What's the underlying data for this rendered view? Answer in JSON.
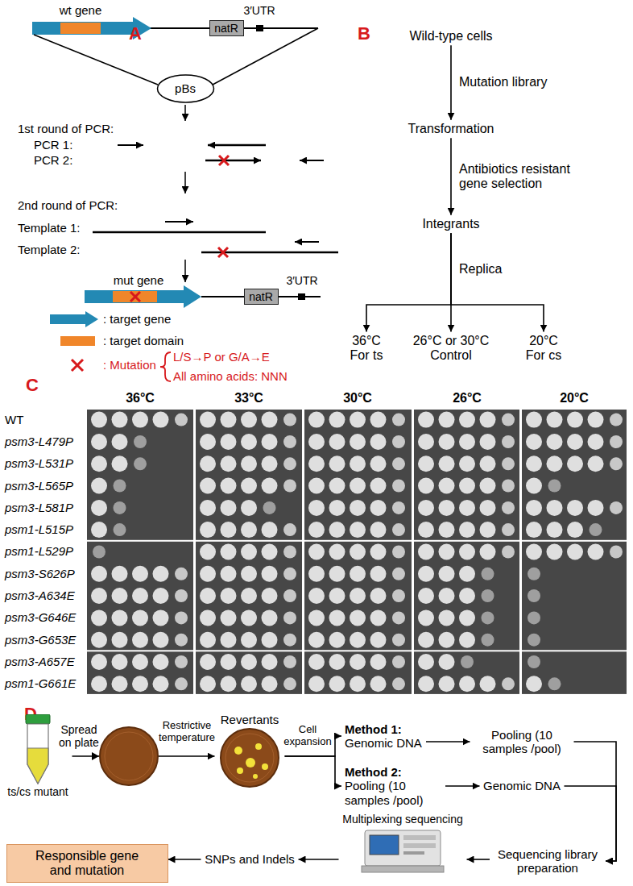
{
  "diagram": {
    "nodes": [
      {
        "text": [
          "natR"
        ]
      },
      {
        "text": [
          "pBs"
        ]
      },
      {
        "text": [
          "natR"
        ]
      },
      {
        "text": [
          "Wild-type cells"
        ]
      },
      {
        "text": [
          "Transformation"
        ]
      },
      {
        "text": [
          "Integrants"
        ]
      },
      {
        "text": [
          "36°C",
          "For ts"
        ]
      },
      {
        "text": [
          "26°C or 30°C",
          "Control"
        ]
      },
      {
        "text": [
          "20°C",
          "For cs"
        ]
      },
      {
        "text": [
          "ts/cs mutant"
        ]
      },
      {
        "text": [
          "Revertants"
        ]
      },
      {
        "text": [
          "Method 1:",
          "Genomic DNA"
        ]
      },
      {
        "text": [
          "Pooling (10 samples /pool)"
        ]
      },
      {
        "text": [
          "Method 2:",
          "Pooling (10 samples /pool)"
        ]
      },
      {
        "text": [
          "Genomic DNA"
        ]
      },
      {
        "text": [
          "Sequencing library preparation"
        ]
      },
      {
        "text": [
          "Multiplexing sequencing"
        ]
      },
      {
        "text": [
          "SNPs and Indels"
        ]
      },
      {
        "text": [
          "Responsible gene and mutation"
        ]
      }
    ],
    "edges": [
      {
        "from": 3,
        "to": 4,
        "arrow": "to",
        "label": "Mutation library"
      },
      {
        "from": 4,
        "to": 5,
        "arrow": "to",
        "label": "Antibiotics resistant gene selection"
      },
      {
        "from": 5,
        "to": 6,
        "arrow": "to"
      },
      {
        "from": 5,
        "to": 7,
        "arrow": "to",
        "label": "Replica"
      },
      {
        "from": 5,
        "to": 8,
        "arrow": "to"
      },
      {
        "from": 9,
        "to": 10,
        "arrow": "to"
      },
      {
        "from": 10,
        "to": 11,
        "arrow": "to"
      },
      {
        "from": 10,
        "to": 13,
        "arrow": "to"
      },
      {
        "from": 11,
        "to": 12,
        "arrow": "to"
      },
      {
        "from": 13,
        "to": 14,
        "arrow": "to"
      },
      {
        "from": 12,
        "to": 15,
        "arrow": "to"
      },
      {
        "from": 14,
        "to": 15,
        "arrow": "to"
      },
      {
        "from": 15,
        "to": 16,
        "arrow": "to"
      },
      {
        "from": 16,
        "to": 17,
        "arrow": "to"
      },
      {
        "from": 17,
        "to": 18,
        "arrow": "to"
      }
    ],
    "labels": [
      "A",
      "B",
      "C",
      "D",
      "wt gene",
      "3′UTR",
      "1st round of PCR:",
      "PCR 1:",
      "PCR 2:",
      "2nd round of PCR:",
      "Template 1:",
      "Template 2:",
      "mut gene",
      "3′UTR",
      "L/S→P or G/A→E",
      "All amino acids: NNN",
      "36°C",
      "33°C",
      "30°C",
      "26°C",
      "20°C",
      "WT",
      "psm3-L479P",
      "psm3-L531P",
      "psm3-L565P",
      "psm3-L581P",
      "psm1-L515P",
      "psm1-L529P",
      "psm3-S626P",
      "psm3-A634E",
      "psm3-G646E",
      "psm3-G653E",
      "psm3-A657E",
      "psm1-G661E",
      "Spread on plate",
      "Restrictive temperature",
      "Cell expansion"
    ],
    "legend": [
      {
        "text": ": target gene"
      },
      {
        "text": ": target domain",
        "color": "#f0862a"
      },
      {
        "text": ": Mutation"
      }
    ]
  }
}
